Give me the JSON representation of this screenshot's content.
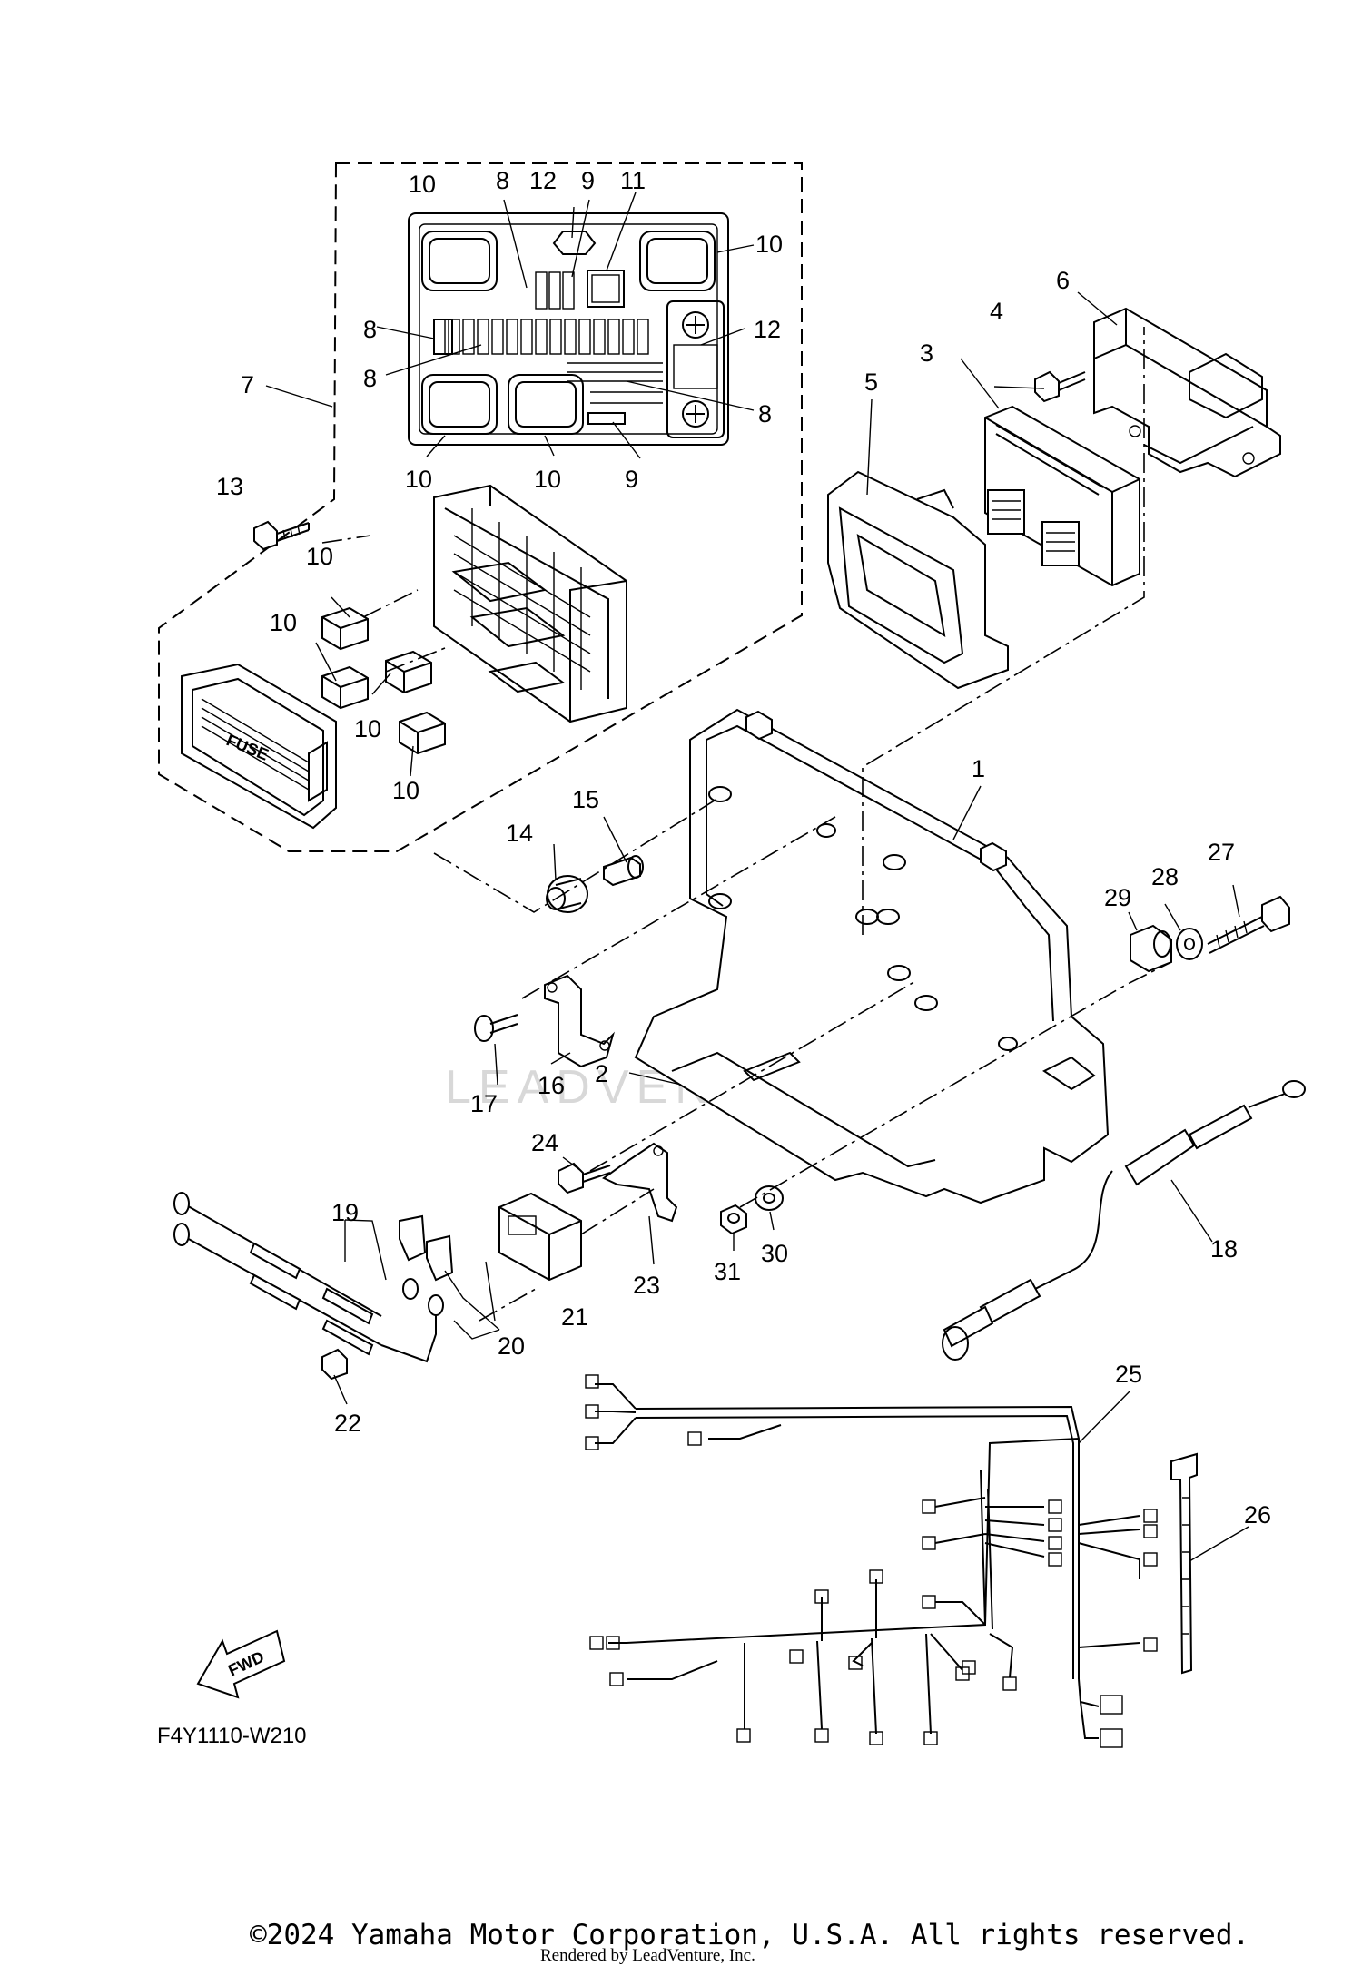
{
  "diagram": {
    "code": "F4Y1110-W210",
    "fwd_label": "FWD",
    "fuse_label": "FUSE",
    "watermark": "LEADVENTURE",
    "copyright": "©2024 Yamaha Motor Corporation, U.S.A. All rights reserved.",
    "rendered_by": "Rendered by LeadVenture, Inc."
  },
  "callouts": {
    "c1": "1",
    "c2": "2",
    "c3": "3",
    "c4": "4",
    "c5": "5",
    "c6": "6",
    "c7": "7",
    "c8a": "8",
    "c8b": "8",
    "c8c": "8",
    "c8d": "8",
    "c9a": "9",
    "c9b": "9",
    "c10a": "10",
    "c10b": "10",
    "c10c": "10",
    "c10d": "10",
    "c10e": "10",
    "c10f": "10",
    "c10g": "10",
    "c10h": "10",
    "c11": "11",
    "c12a": "12",
    "c12b": "12",
    "c13": "13",
    "c14": "14",
    "c15": "15",
    "c16": "16",
    "c17": "17",
    "c18": "18",
    "c19": "19",
    "c20": "20",
    "c21": "21",
    "c22": "22",
    "c23": "23",
    "c24": "24",
    "c25": "25",
    "c26": "26",
    "c27": "27",
    "c28": "28",
    "c29": "29",
    "c30": "30",
    "c31": "31"
  }
}
